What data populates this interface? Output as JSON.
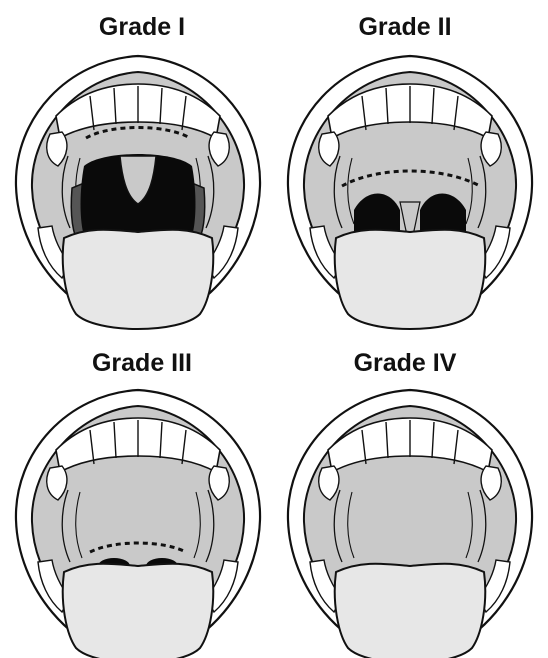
{
  "panels": [
    {
      "title": "Grade I",
      "level": 1
    },
    {
      "title": "Grade II",
      "level": 2
    },
    {
      "title": "Grade III",
      "level": 3
    },
    {
      "title": "Grade IV",
      "level": 4
    }
  ],
  "colors": {
    "outline": "#111111",
    "lips": "#ffffff",
    "palate": "#c9c9c9",
    "tongue": "#e7e7e7",
    "teeth": "#ffffff",
    "pharynx": "#0a0a0a",
    "pillar": "#555555"
  }
}
